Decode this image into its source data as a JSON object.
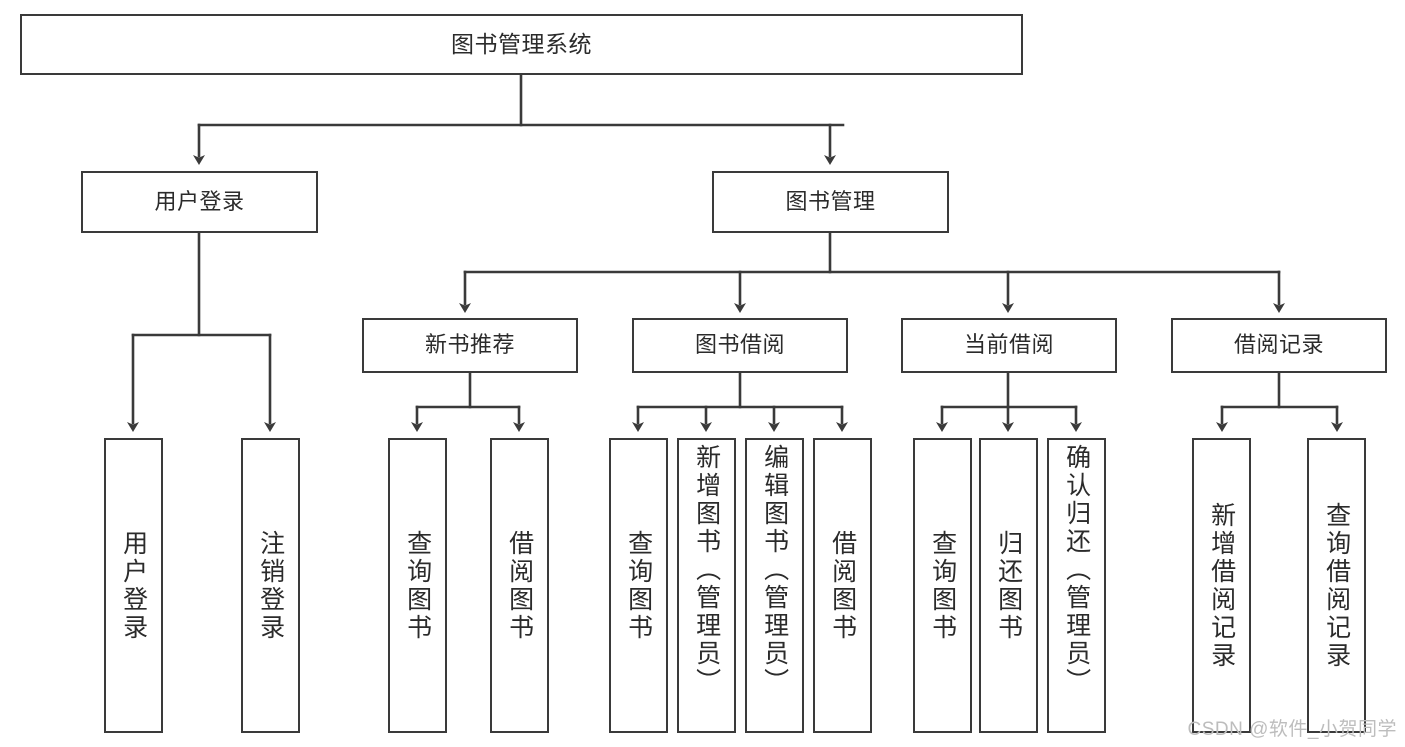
{
  "diagram": {
    "title": "图书管理系统",
    "type": "tree-structure-chart",
    "stroke_color": "#3a3a3a",
    "text_color": "#2b2b2b",
    "background_color": "#ffffff"
  },
  "nodes": {
    "root": {
      "label": "图书管理系统"
    },
    "level1": [
      {
        "label": "用户登录"
      },
      {
        "label": "图书管理"
      }
    ],
    "level2": [
      {
        "label": "新书推荐"
      },
      {
        "label": "图书借阅"
      },
      {
        "label": "当前借阅"
      },
      {
        "label": "借阅记录"
      }
    ],
    "leaves": {
      "user_login": [
        {
          "label": "用户登录"
        },
        {
          "label": "注销登录"
        }
      ],
      "new_book": [
        {
          "label": "查询图书"
        },
        {
          "label": "借阅图书"
        }
      ],
      "book_borrow": [
        {
          "label": "查询图书"
        },
        {
          "label": "新增图书（管理员）"
        },
        {
          "label": "编辑图书（管理员）"
        },
        {
          "label": "借阅图书"
        }
      ],
      "current_borrow": [
        {
          "label": "查询图书"
        },
        {
          "label": "归还图书"
        },
        {
          "label": "确认归还（管理员）"
        }
      ],
      "borrow_record": [
        {
          "label": "新增借阅记录"
        },
        {
          "label": "查询借阅记录"
        }
      ]
    }
  },
  "watermark": {
    "text": "CSDN @软件_小贺同学"
  }
}
